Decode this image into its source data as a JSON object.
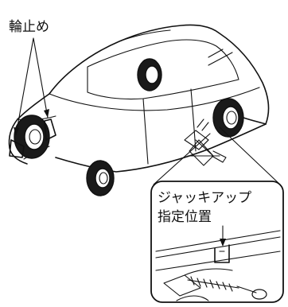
{
  "diagram": {
    "labels": {
      "wheel_chock": "輪止め",
      "jack_point_line1": "ジャッキアップ",
      "jack_point_line2": "指定位置"
    },
    "colors": {
      "stroke": "#111111",
      "background": "#ffffff",
      "tire": "#1a1a1a"
    }
  }
}
